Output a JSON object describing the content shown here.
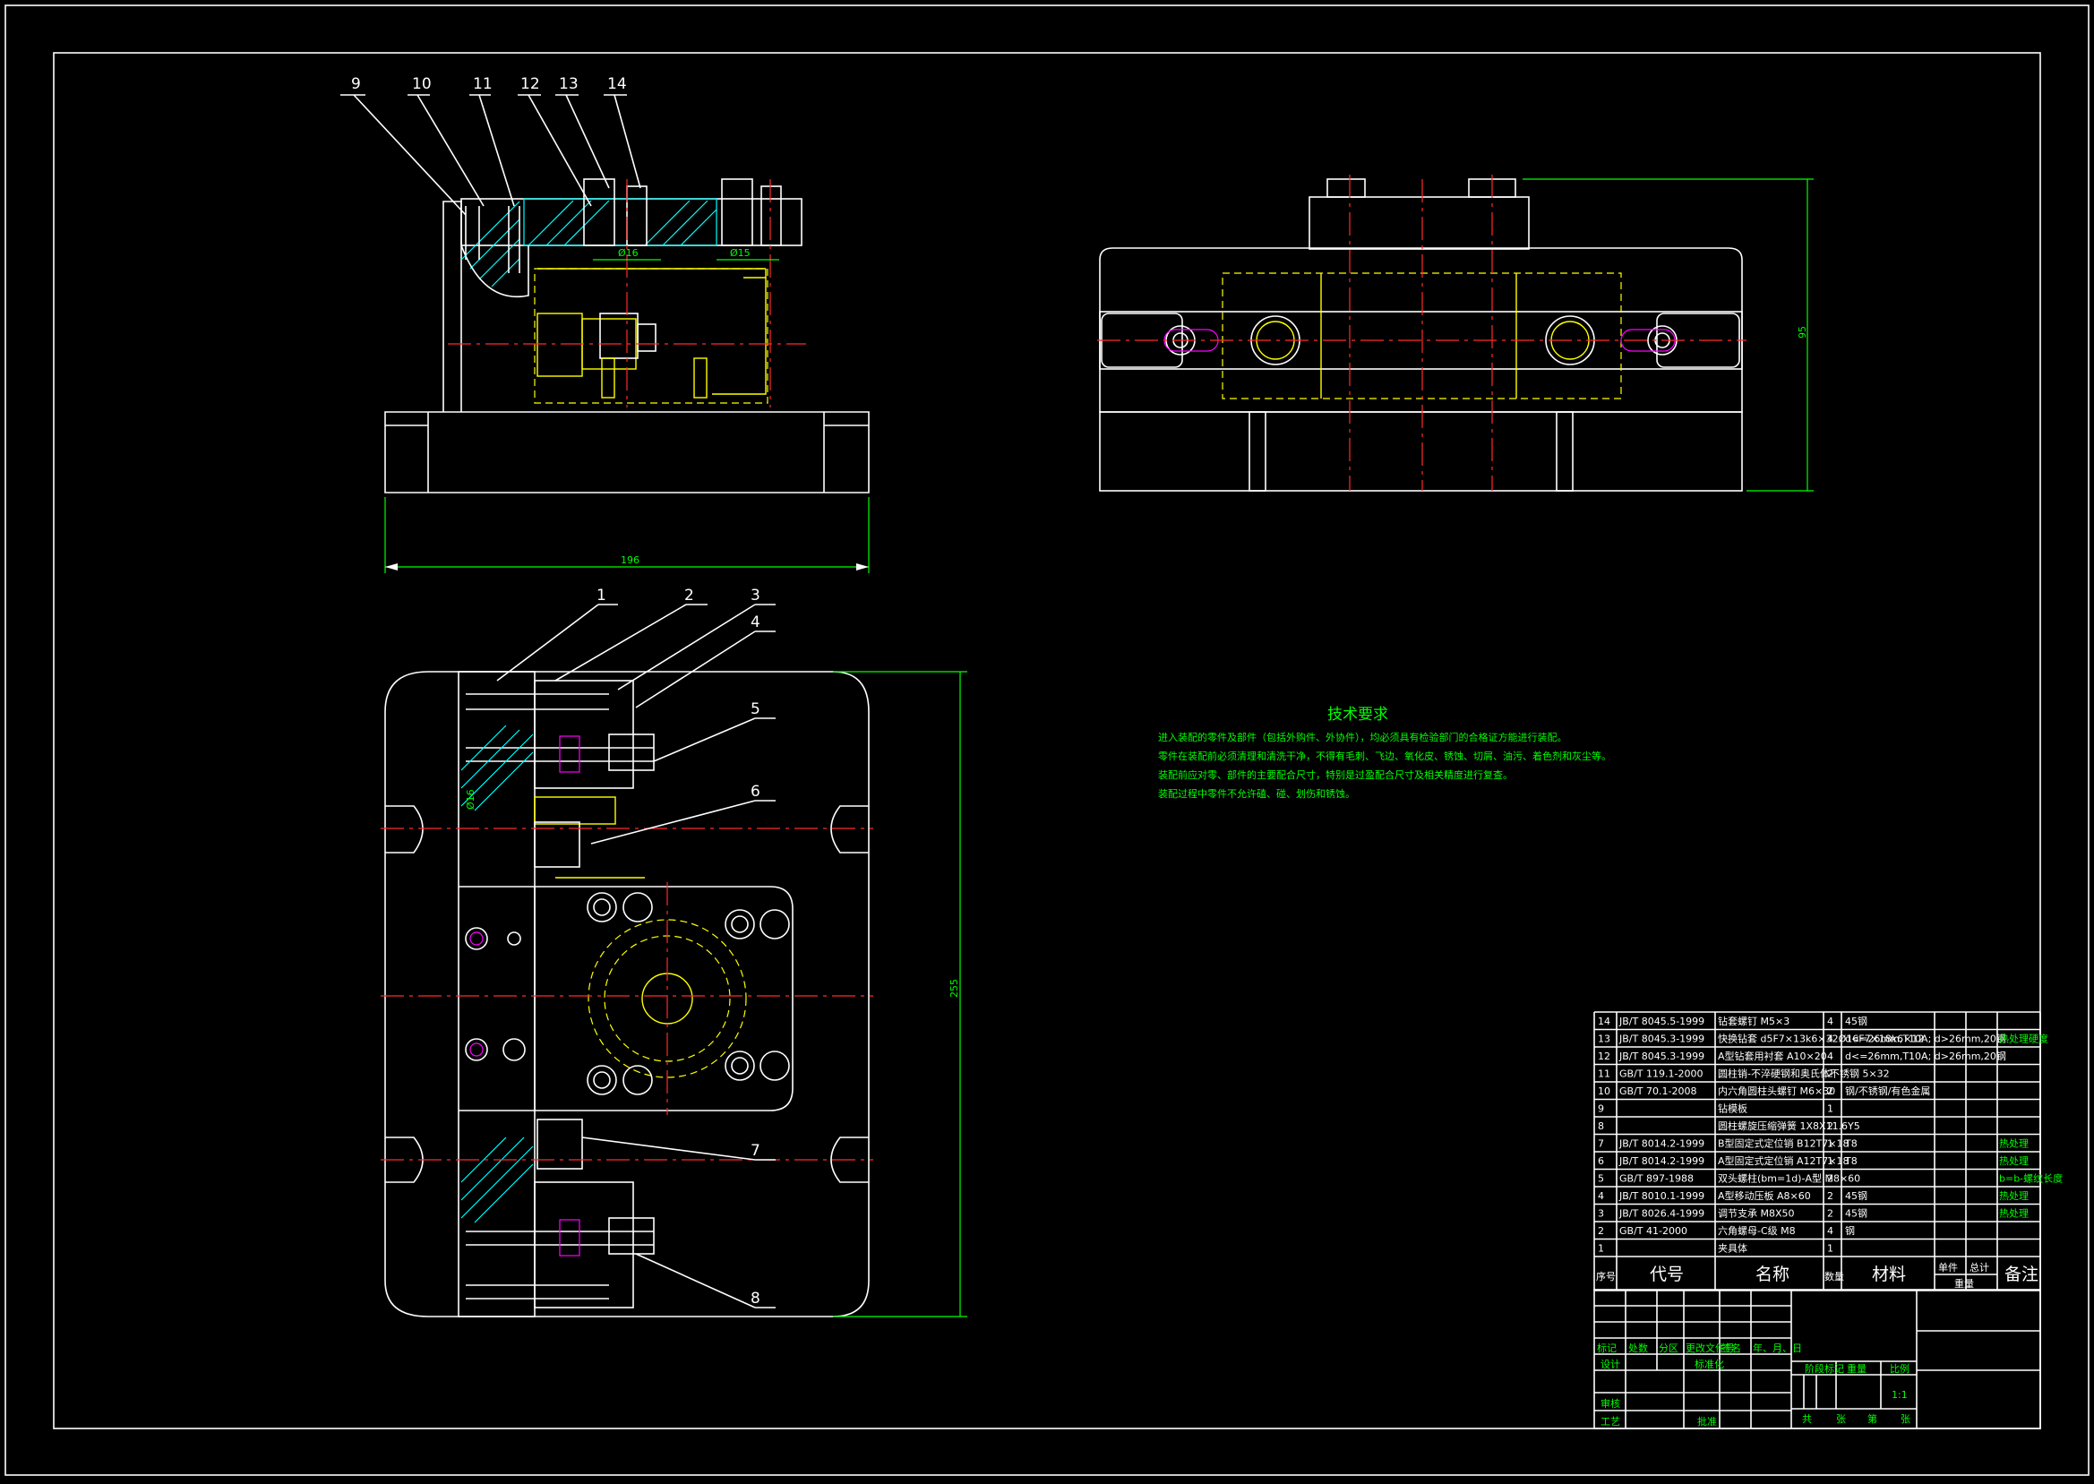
{
  "colors": {
    "background": "#000000",
    "outline": "#ffffff",
    "hidden": "#ffff00",
    "centerline": "#ff2a2a",
    "dimension": "#00ff00",
    "hatch": "#00ffff",
    "thread": "#ff00ff"
  },
  "views": {
    "front": {
      "balloons": [
        "9",
        "10",
        "11",
        "12",
        "13",
        "14"
      ],
      "dims": {
        "width": "196",
        "dia_left": "Ø16",
        "dia_right": "Ø15"
      }
    },
    "side": {
      "dims": {
        "height": "95"
      }
    },
    "top": {
      "balloons": [
        "1",
        "2",
        "3",
        "4",
        "5",
        "6",
        "7",
        "8"
      ],
      "dims": {
        "height": "255",
        "side_small": "Ø16"
      }
    }
  },
  "tech": {
    "title": "技术要求",
    "lines": [
      "进入装配的零件及部件（包括外购件、外协件），均必须具有检验部门的合格证方能进行装配。",
      "零件在装配前必须清理和清洗干净，不得有毛刺、飞边、氧化皮、锈蚀、切屑、油污、着色剂和灰尘等。",
      "装配前应对零、部件的主要配合尺寸，特别是过盈配合尺寸及相关精度进行复查。",
      "装配过程中零件不允许磕、碰、划伤和锈蚀。"
    ]
  },
  "bom": {
    "rows": [
      {
        "no": "14",
        "code": "JB/T 8045.5-1999",
        "name": "钻套螺钉 M5×3",
        "qty": "4",
        "mat": "45钢",
        "note": ""
      },
      {
        "no": "13",
        "code": "JB/T 8045.3-1999",
        "name": "快换钻套 d5F7×13k6×32Ø16F7×18k6×12",
        "qty": "4",
        "mat": "d<=26mm,T10A; d>26mm,20钢",
        "note": "热处理硬度"
      },
      {
        "no": "12",
        "code": "JB/T 8045.3-1999",
        "name": "A型钻套用衬套 A10×20",
        "qty": "4",
        "mat": "d<=26mm,T10A; d>26mm,20钢",
        "note": ""
      },
      {
        "no": "11",
        "code": "GB/T 119.1-2000",
        "name": "圆柱销-不淬硬钢和奥氏体不锈钢 5×32",
        "qty": "2",
        "mat": "",
        "note": ""
      },
      {
        "no": "10",
        "code": "GB/T 70.1-2008",
        "name": "内六角圆柱头螺钉 M6×30",
        "qty": "2",
        "mat": "钢/不锈钢/有色金属",
        "note": ""
      },
      {
        "no": "9",
        "code": "",
        "name": "钻模板",
        "qty": "1",
        "mat": "",
        "note": ""
      },
      {
        "no": "8",
        "code": "",
        "name": "圆柱螺旋压缩弹簧 1X8X11.6Y5",
        "qty": "2",
        "mat": "",
        "note": ""
      },
      {
        "no": "7",
        "code": "JB/T 8014.2-1999",
        "name": "B型固定式定位销 B12T7×18",
        "qty": "1",
        "mat": "T8",
        "note": "热处理"
      },
      {
        "no": "6",
        "code": "JB/T 8014.2-1999",
        "name": "A型固定式定位销 A12T7×18",
        "qty": "1",
        "mat": "T8",
        "note": "热处理"
      },
      {
        "no": "5",
        "code": "GB/T 897-1988",
        "name": "双头螺柱(bm=1d)-A型 M8×60",
        "qty": "2",
        "mat": "",
        "note": "b=b-螺纹长度"
      },
      {
        "no": "4",
        "code": "JB/T 8010.1-1999",
        "name": "A型移动压板 A8×60",
        "qty": "2",
        "mat": "45钢",
        "note": "热处理"
      },
      {
        "no": "3",
        "code": "JB/T 8026.4-1999",
        "name": "调节支承 M8X50",
        "qty": "2",
        "mat": "45钢",
        "note": "热处理"
      },
      {
        "no": "2",
        "code": "GB/T 41-2000",
        "name": "六角螺母-C级 M8",
        "qty": "4",
        "mat": "钢",
        "note": ""
      },
      {
        "no": "1",
        "code": "",
        "name": "夹具体",
        "qty": "1",
        "mat": "",
        "note": ""
      }
    ],
    "header": {
      "no": "序号",
      "code": "代号",
      "name": "名称",
      "qty": "数量",
      "mat": "材料",
      "unit": "单件",
      "total": "总计",
      "weight": "重量",
      "note": "备注"
    }
  },
  "titleblock": {
    "marks": [
      "标记",
      "处数",
      "分区",
      "更改文件号",
      "签名",
      "年、月、日"
    ],
    "design": "设计",
    "standard": "标准化",
    "review": "审核",
    "process": "工艺",
    "approve": "批准",
    "stage": "阶段标记",
    "weight": "重量",
    "scale": "比例",
    "scale_value": "1:1",
    "sheets": [
      "共",
      "张",
      "第",
      "张"
    ]
  }
}
